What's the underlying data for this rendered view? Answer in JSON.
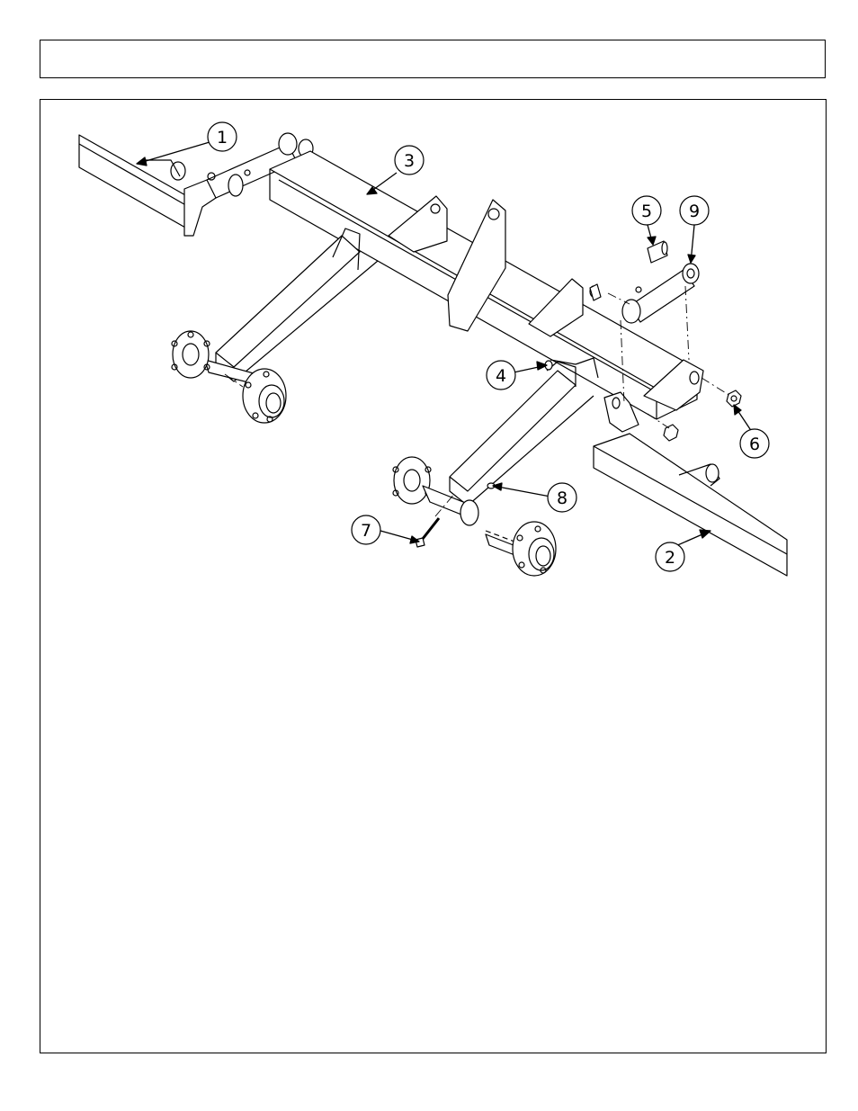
{
  "header": {
    "title": ""
  },
  "diagram": {
    "callouts": [
      {
        "label": "1"
      },
      {
        "label": "2"
      },
      {
        "label": "3"
      },
      {
        "label": "4"
      },
      {
        "label": "5"
      },
      {
        "label": "6"
      },
      {
        "label": "7"
      },
      {
        "label": "8"
      },
      {
        "label": "9"
      }
    ]
  }
}
